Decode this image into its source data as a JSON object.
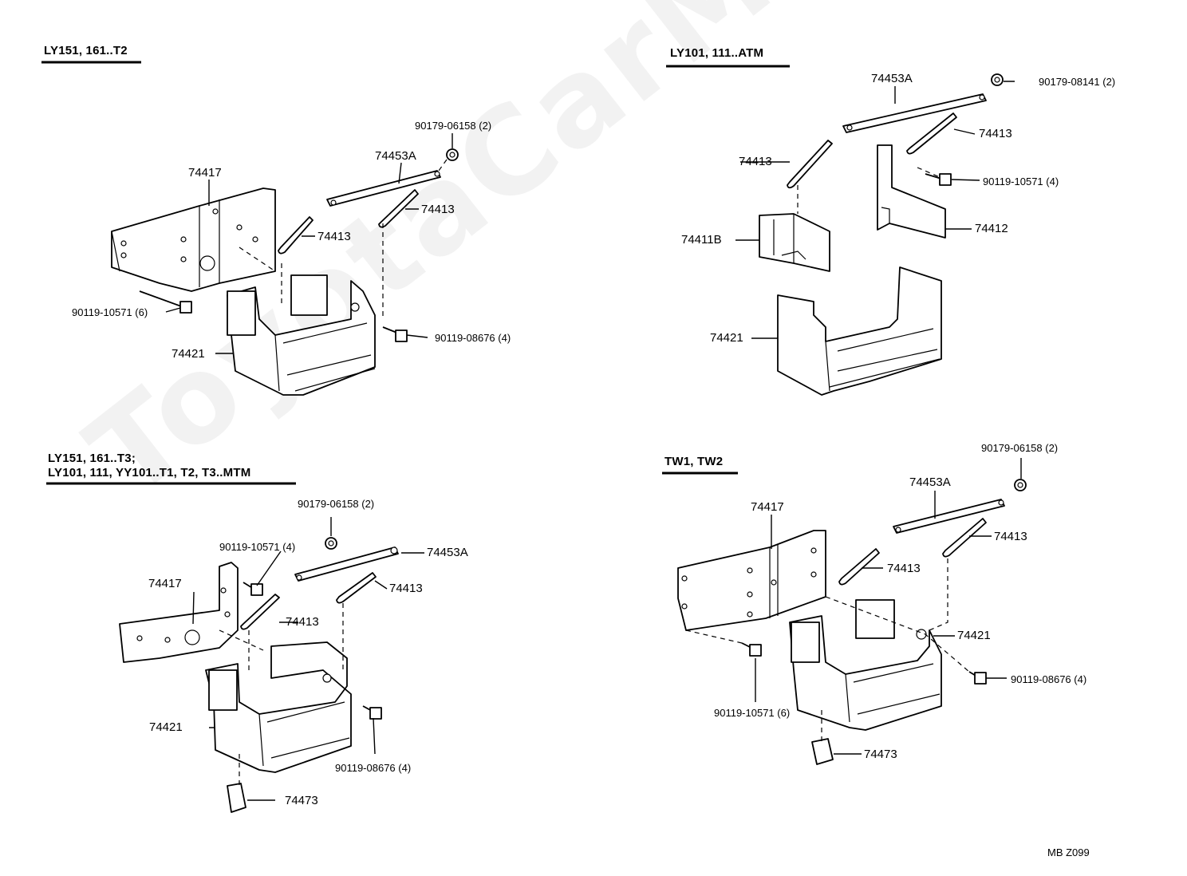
{
  "watermark": "ToyotaCarMine.ru",
  "footer_code": "MB  Z099",
  "sections": [
    {
      "header_lines": [
        "LY151, 161..T2"
      ],
      "labels": {
        "b_90179": "90179-06158 (2)",
        "a_74453": "74453A",
        "t_74417": "74417",
        "r_74413a": "74413",
        "r_74413b": "74413",
        "b_90119a": "90119-10571 (6)",
        "b_90119b": "90119-08676 (4)",
        "t_74421": "74421"
      }
    },
    {
      "header_lines": [
        "LY101, 111..ATM"
      ],
      "labels": {
        "a_74453": "74453A",
        "b_90179": "90179-08141 (2)",
        "r_74413a": "74413",
        "r_74413b": "74413",
        "b_90119": "90119-10571 (4)",
        "t_74411": "74411B",
        "t_74412": "74412",
        "t_74421": "74421"
      }
    },
    {
      "header_lines": [
        "LY151, 161..T3;",
        "LY101, 111, YY101..T1, T2, T3..MTM"
      ],
      "labels": {
        "b_90179": "90179-06158 (2)",
        "b_90119a": "90119-10571 (4)",
        "a_74453": "74453A",
        "t_74417": "74417",
        "r_74413a": "74413",
        "r_74413b": "74413",
        "t_74421": "74421",
        "b_90119b": "90119-08676 (4)",
        "t_74473": "74473"
      }
    },
    {
      "header_lines": [
        "TW1, TW2"
      ],
      "labels": {
        "b_90179": "90179-06158 (2)",
        "a_74453": "74453A",
        "t_74417": "74417",
        "r_74413a": "74413",
        "r_74413b": "74413",
        "t_74421": "74421",
        "b_90119a": "90119-10571 (6)",
        "b_90119b": "90119-08676 (4)",
        "t_74473": "74473"
      }
    }
  ]
}
